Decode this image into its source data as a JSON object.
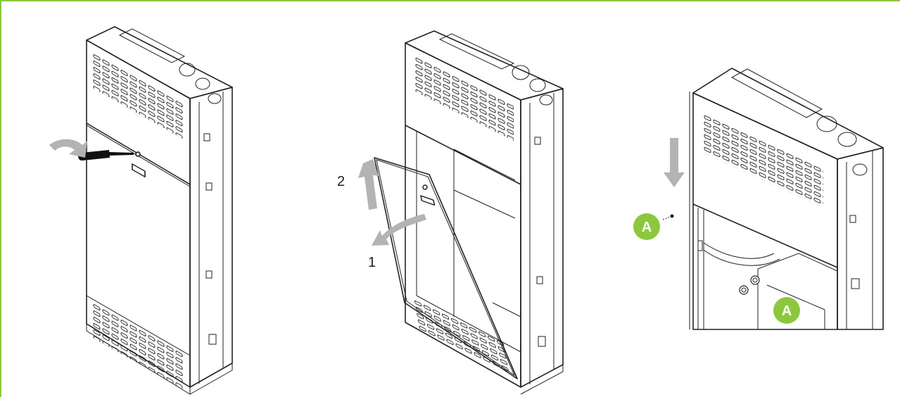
{
  "colors": {
    "border": "#8dc63f",
    "badge": "#8dc63f",
    "arrow": "#b3b3b3",
    "line": "#222222"
  },
  "icons": [
    "rotate-arrow-icon",
    "screwdriver-icon",
    "curved-arrow-icon",
    "up-arrow-icon",
    "down-arrow-icon"
  ],
  "panel2": {
    "step_1": "1",
    "step_2": "2"
  },
  "panel3": {
    "badge_a_left": "A",
    "badge_a_bottom": "A"
  }
}
